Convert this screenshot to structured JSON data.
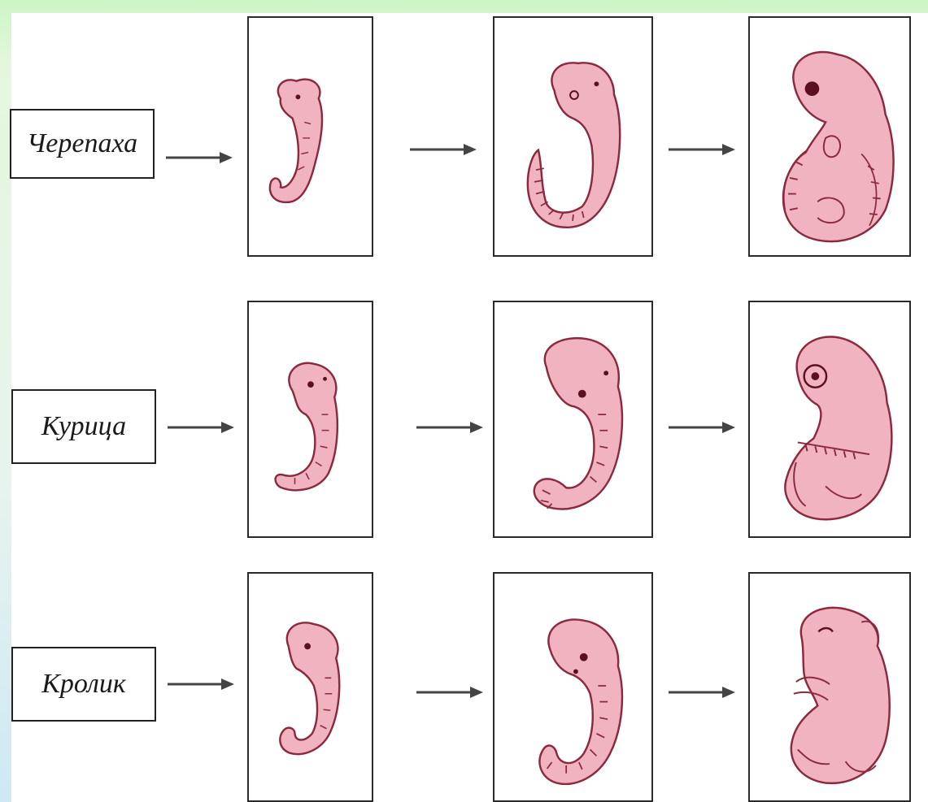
{
  "rows": [
    {
      "id": "turtle",
      "label": "Черепаха"
    },
    {
      "id": "chicken",
      "label": "Курица"
    },
    {
      "id": "rabbit",
      "label": "Кролик"
    }
  ],
  "colors": {
    "embryo_fill": "#f2b3c1",
    "embryo_stroke": "#8a2a3e",
    "frame_border": "#2a2a2a",
    "arrow": "#444444",
    "bg_top": "#ccf5c4",
    "bg_bottom": "#cfe8f4"
  }
}
